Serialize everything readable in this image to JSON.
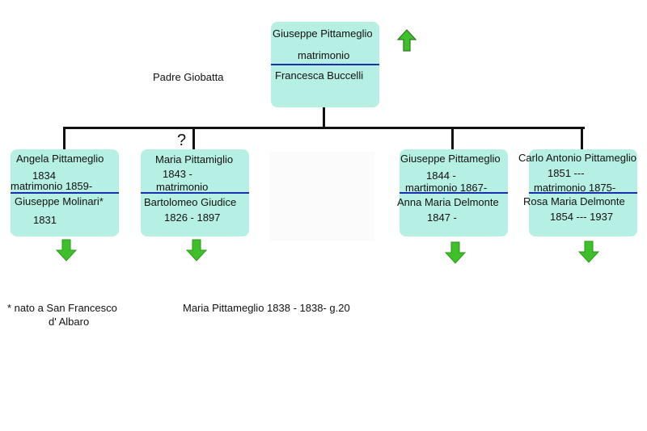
{
  "root": {
    "name": "Giuseppe Pittameglio",
    "marriage": "matrimonio",
    "spouse": "Francesca Buccelli"
  },
  "father_note": "Padre Giobatta",
  "question_mark": "?",
  "children": [
    {
      "name": "Angela Pittameglio",
      "dates": "1834",
      "marriage": "matrimonio 1859-",
      "spouse": "Giuseppe Molinari*",
      "spouse_dates": "1831"
    },
    {
      "name": "Maria Pittamiglio",
      "dates": "1843 -",
      "marriage": "matrimonio",
      "spouse": "Bartolomeo Giudice",
      "spouse_dates": "1826 - 1897"
    },
    {
      "name": "Giuseppe Pittameglio",
      "dates": "1844 -",
      "marriage": "martimonio 1867-",
      "spouse": "Anna Maria Delmonte",
      "spouse_dates": "1847 -"
    },
    {
      "name": "Carlo Antonio Pittameglio",
      "dates": "1851 ---",
      "marriage": "matrimonio 1875-",
      "spouse": "Rosa Maria Delmonte",
      "spouse_dates": "1854 --- 1937"
    }
  ],
  "footnote": {
    "line1": "* nato a San Francesco",
    "line2": "d' Albaro"
  },
  "note_maria": "Maria Pittameglio 1838 - 1838- g.20",
  "colors": {
    "box_fill": "#b6efe3",
    "marriage_line": "#1a2fb0",
    "arrow_green": "#3fbf2a"
  },
  "icons": {
    "up_arrow": "up-arrow-icon",
    "down_arrow": "down-arrow-icon"
  }
}
